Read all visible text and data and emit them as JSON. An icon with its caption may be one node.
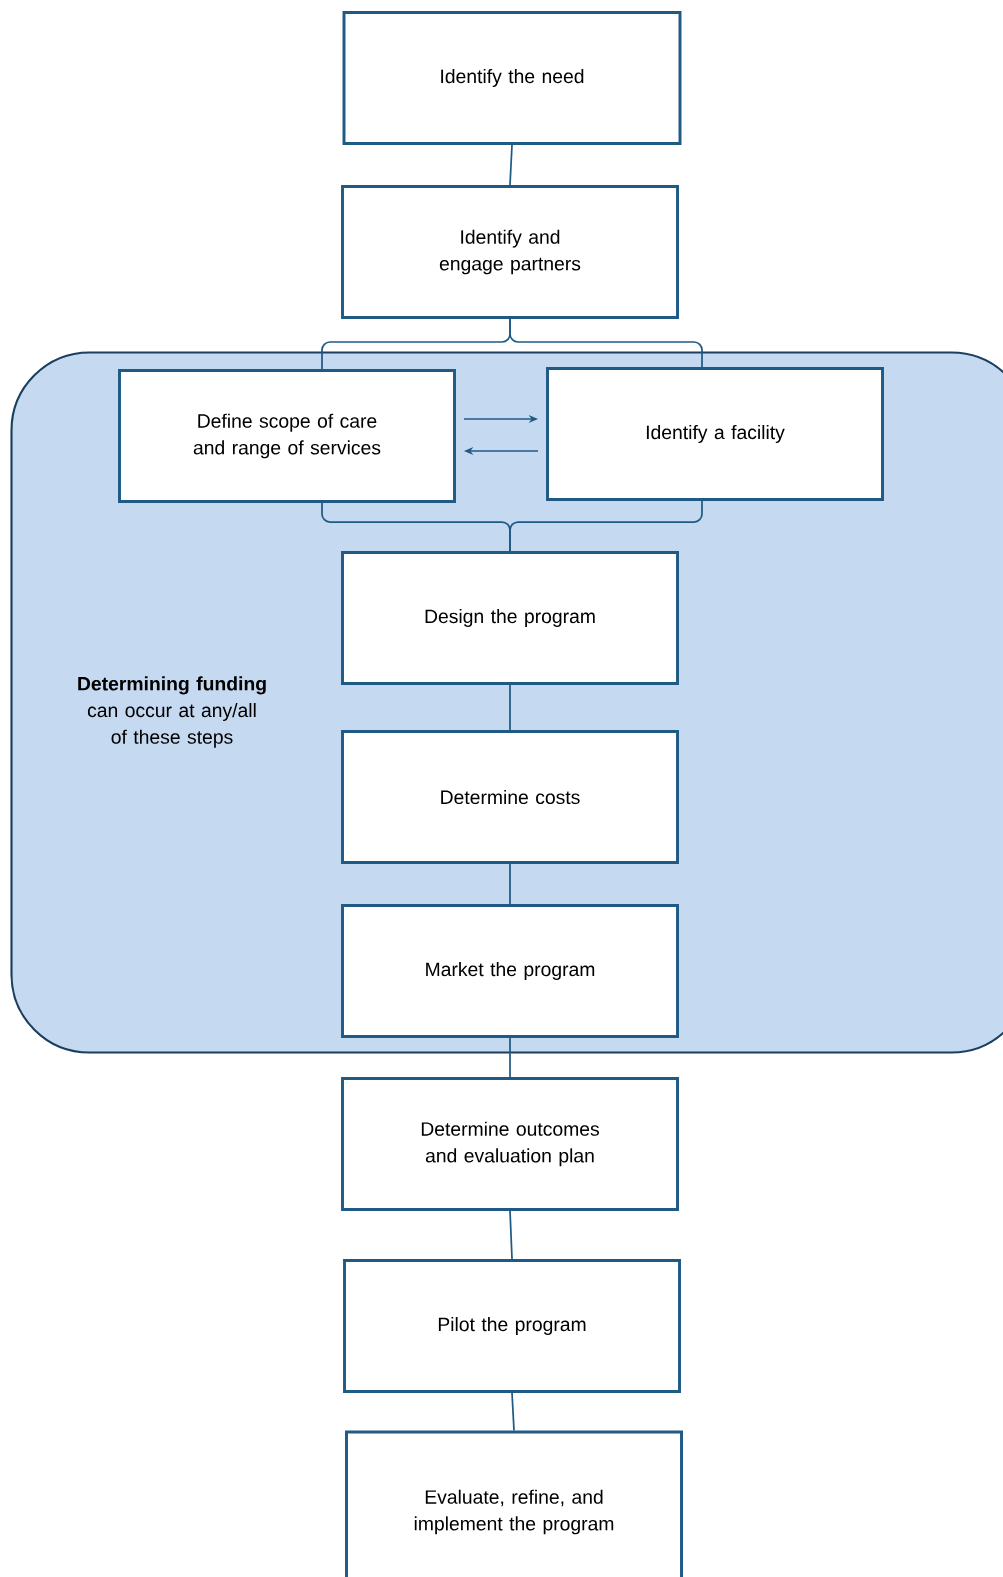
{
  "diagram": {
    "nodes": [
      {
        "text": [
          "Identify the need"
        ]
      },
      {
        "text": [
          "Identify and engage partners"
        ]
      },
      {
        "text": [
          "Determining funding",
          "can occur at any/all of these steps"
        ]
      },
      {
        "text": [
          "Define scope of care and range of services"
        ],
        "in": 2
      },
      {
        "text": [
          "Identify a facility"
        ],
        "in": 2
      },
      {
        "text": [
          "Design the program"
        ],
        "in": 2
      },
      {
        "text": [
          "Determine costs"
        ],
        "in": 2
      },
      {
        "text": [
          "Market the program"
        ],
        "in": 2
      },
      {
        "text": [
          "Determine outcomes and evaluation plan"
        ]
      },
      {
        "text": [
          "Pilot the program"
        ]
      },
      {
        "text": [
          "Evaluate, refine, and implement the program"
        ]
      }
    ],
    "edges": [
      {
        "from": 0,
        "to": 1,
        "arrow": "none"
      },
      {
        "from": 1,
        "to": 3,
        "arrow": "none"
      },
      {
        "from": 1,
        "to": 4,
        "arrow": "none"
      },
      {
        "from": 3,
        "to": 4,
        "arrow": "to"
      },
      {
        "from": 4,
        "to": 3,
        "arrow": "to"
      },
      {
        "from": 3,
        "to": 5,
        "arrow": "none"
      },
      {
        "from": 4,
        "to": 5,
        "arrow": "none"
      },
      {
        "from": 5,
        "to": 6,
        "arrow": "none"
      },
      {
        "from": 6,
        "to": 7,
        "arrow": "none"
      },
      {
        "from": 7,
        "to": 8,
        "arrow": "none"
      },
      {
        "from": 8,
        "to": 9,
        "arrow": "none"
      },
      {
        "from": 9,
        "to": 10,
        "arrow": "none"
      }
    ]
  }
}
